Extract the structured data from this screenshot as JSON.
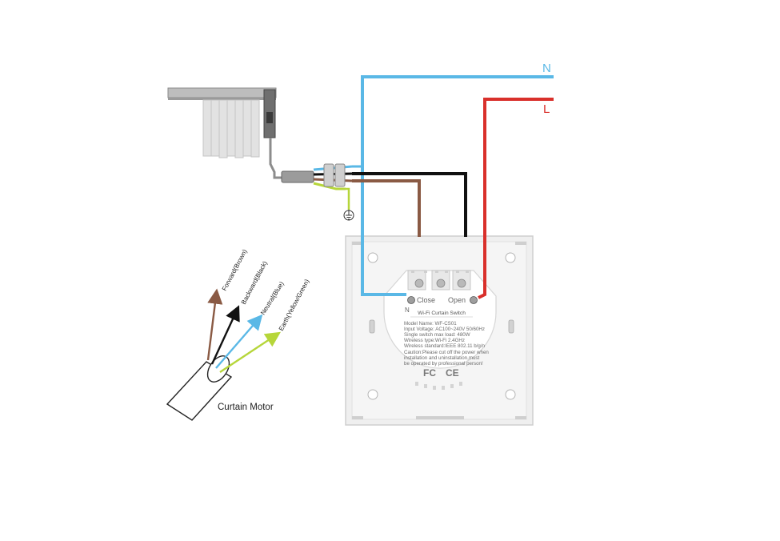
{
  "lines": {
    "neutral_label": "N",
    "live_label": "L"
  },
  "colors": {
    "neutral": "#5ab8e6",
    "live": "#d9302b",
    "forward": "#8a5a44",
    "backward": "#111111",
    "earth": "#b6d63a",
    "panel": "#f1f1f1",
    "grey_wire": "#8c8c8c"
  },
  "icons": {
    "earth": "ground-icon"
  },
  "switch": {
    "close_label": "Close",
    "open_label": "Open",
    "n_label": "N",
    "product_title": "Wi-Fi Curtain Switch",
    "spec_lines": [
      "Model Name: WF-CS01",
      "Input Voltage: AC100~240V 50/60Hz",
      "Single switch max load: 480W",
      "Wireless type:Wi-Fi 2.4GHz",
      "Wireless standard:IEEE 802.11 b/g/n"
    ],
    "caution_lines": [
      "Caution:Please cut off the power when",
      "installation and uninstallation,must",
      "be operated by professional person!"
    ],
    "marks": [
      "FC",
      "CE"
    ]
  },
  "motor": {
    "label": "Curtain Motor",
    "wires": [
      {
        "label": "Forward(Brown)",
        "color": "#8a5a44"
      },
      {
        "label": "Backward(Black)",
        "color": "#111111"
      },
      {
        "label": "Neutral(Blue)",
        "color": "#5ab8e6"
      },
      {
        "label": "Earth(Yellow/Green)",
        "color": "#b6d63a"
      }
    ]
  }
}
